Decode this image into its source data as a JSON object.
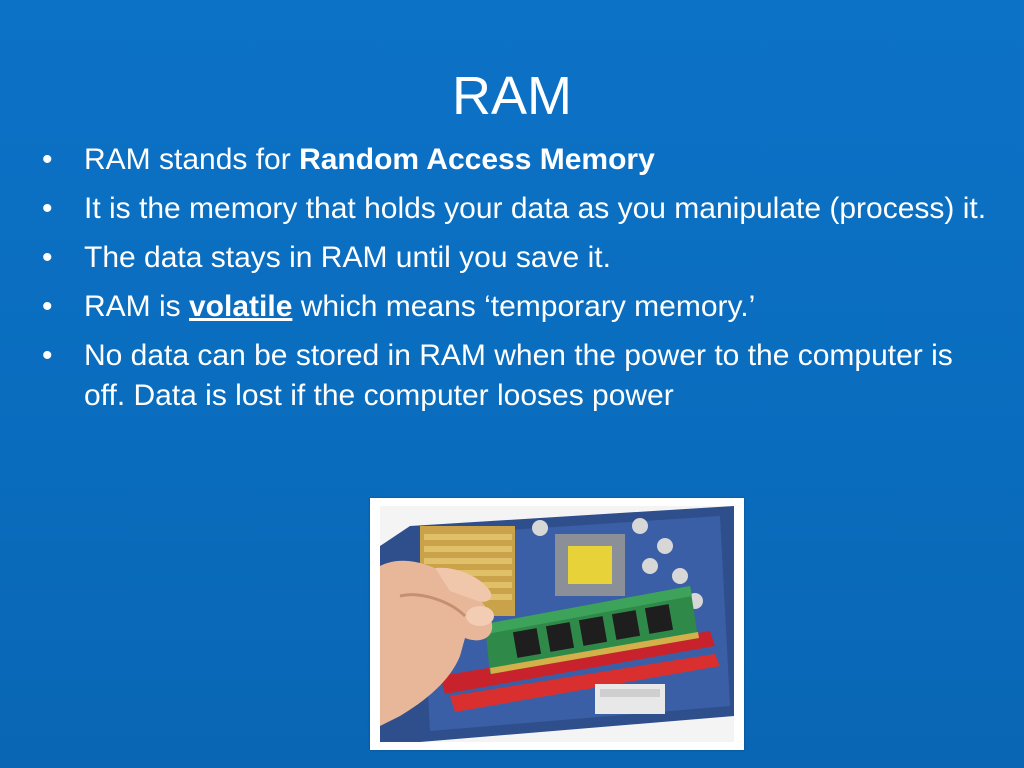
{
  "slide": {
    "title": "RAM",
    "bullets": [
      {
        "pre": "RAM stands for ",
        "emph": "Random Access Memory",
        "post": ""
      },
      {
        "pre": "It is the memory that holds your data as you manipulate (process) it.",
        "emph": "",
        "post": ""
      },
      {
        "pre": "The data stays in RAM until you save it.",
        "emph": "",
        "post": ""
      },
      {
        "pre": "RAM is ",
        "emph": "volatile",
        "post": " which means ‘temporary memory.’"
      },
      {
        "pre": "No data can be stored in RAM when the power to the computer is off. Data is lost if the computer looses power",
        "emph": "",
        "post": ""
      }
    ],
    "bullet_glyph": "•",
    "image": {
      "icon": "ram-module-motherboard-photo-icon"
    },
    "colors": {
      "background": "#0b6fc1",
      "text": "#ffffff"
    }
  }
}
